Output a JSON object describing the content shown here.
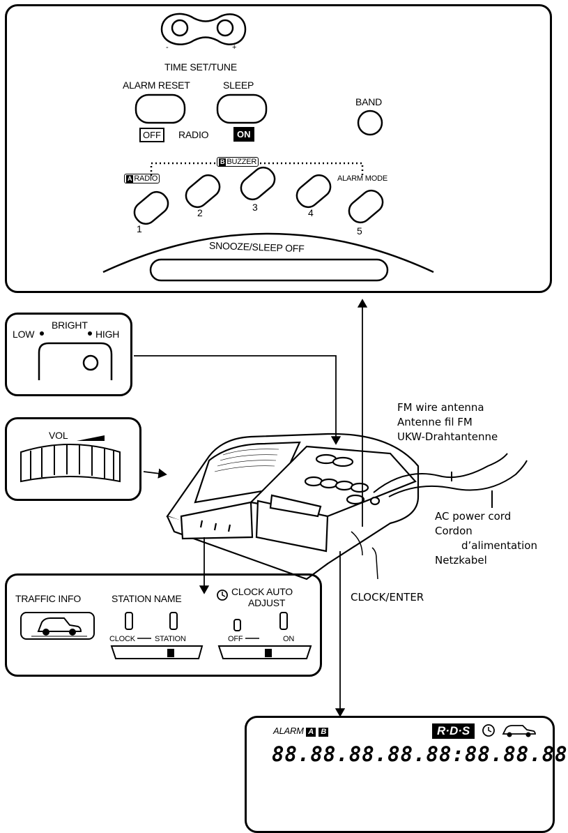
{
  "top_panel": {
    "time_set_tune": "TIME SET/TUNE",
    "minus": "-",
    "plus": "+",
    "alarm_reset": "ALARM RESET",
    "sleep": "SLEEP",
    "band": "BAND",
    "off": "OFF",
    "radio": "RADIO",
    "on": "ON",
    "buzzer_badge": "B",
    "buzzer": "BUZZER",
    "radio_badge": "A",
    "radio_preset": "RADIO",
    "alarm_mode": "ALARM MODE",
    "presets": [
      "1",
      "2",
      "3",
      "4",
      "5"
    ],
    "snooze": "SNOOZE/SLEEP OFF"
  },
  "bright_panel": {
    "title": "BRIGHT",
    "low": "LOW",
    "high": "HIGH"
  },
  "vol_panel": {
    "title": "VOL"
  },
  "antenna_label": [
    "FM wire antenna",
    "Antenne fil FM",
    "UKW-Drahtantenne"
  ],
  "power_label": [
    "AC power cord",
    "Cordon",
    "d’alimentation",
    "Netzkabel"
  ],
  "clock_enter": "CLOCK/ENTER",
  "bottom_panel": {
    "traffic_info": "TRAFFIC INFO",
    "station_name": "STATION NAME",
    "clock_auto_1": "CLOCK AUTO",
    "clock_auto_2": "ADJUST",
    "clock": "CLOCK",
    "station": "STATION",
    "off": "OFF",
    "on": "ON"
  },
  "display_panel": {
    "alarm": "ALARM",
    "badge_a": "A",
    "badge_b": "B",
    "rds": "R·D·S",
    "segments": "88.88.88.88.88:88.88.88"
  }
}
